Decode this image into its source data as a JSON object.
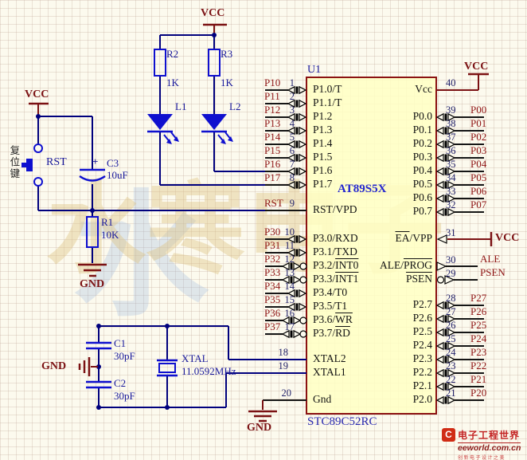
{
  "schematic": {
    "watermark": "水寒电子",
    "watermark_accent": "水",
    "chip": {
      "designator": "U1",
      "title": "AT89S5X",
      "subtitle": "STC89C52RC",
      "p1": [
        {
          "net": "P10",
          "num": "1",
          "label": "P1.0/T"
        },
        {
          "net": "P11",
          "num": "2",
          "label": "P1.1/T"
        },
        {
          "net": "P12",
          "num": "3",
          "label": "P1.2"
        },
        {
          "net": "P13",
          "num": "4",
          "label": "P1.3"
        },
        {
          "net": "P14",
          "num": "5",
          "label": "P1.4"
        },
        {
          "net": "P15",
          "num": "6",
          "label": "P1.5"
        },
        {
          "net": "P16",
          "num": "7",
          "label": "P1.6"
        },
        {
          "net": "P17",
          "num": "8",
          "label": "P1.7"
        }
      ],
      "rst": {
        "net": "RST",
        "num": "9",
        "label": "RST/VPD"
      },
      "p3": [
        {
          "net": "P30",
          "num": "10",
          "label": "P3.0/RXD"
        },
        {
          "net": "P31",
          "num": "11",
          "label": "P3.1/TXD"
        },
        {
          "net": "P32",
          "num": "12",
          "pre": "P3.2/",
          "ov": "INT0",
          "bubble": true
        },
        {
          "net": "P33",
          "num": "13",
          "pre": "P3.3/",
          "ov": "INT1",
          "bubble": true
        },
        {
          "net": "P34",
          "num": "14",
          "label": "P3.4/T0"
        },
        {
          "net": "P35",
          "num": "15",
          "label": "P3.5/T1"
        },
        {
          "net": "P36",
          "num": "16",
          "pre": "P3.6/",
          "ov": "WR",
          "bubble": true
        },
        {
          "net": "P37",
          "num": "17",
          "pre": "P3.7/",
          "ov": "RD",
          "bubble": true
        }
      ],
      "xtal2": {
        "num": "18",
        "label": "XTAL2"
      },
      "xtal1": {
        "num": "19",
        "label": "XTAL1"
      },
      "gnd_pin": {
        "num": "20",
        "label": "Gnd"
      },
      "vcc_pin": {
        "num": "40",
        "label": "Vcc",
        "net": "VCC"
      },
      "p0": [
        {
          "net": "P00",
          "num": "39",
          "label": "P0.0"
        },
        {
          "net": "P01",
          "num": "38",
          "label": "P0.1"
        },
        {
          "net": "P02",
          "num": "37",
          "label": "P0.2"
        },
        {
          "net": "P03",
          "num": "36",
          "label": "P0.3"
        },
        {
          "net": "P04",
          "num": "35",
          "label": "P0.4"
        },
        {
          "net": "P05",
          "num": "34",
          "label": "P0.5"
        },
        {
          "net": "P06",
          "num": "33",
          "label": "P0.6"
        },
        {
          "net": "P07",
          "num": "32",
          "label": "P0.7"
        }
      ],
      "ea": {
        "num": "31",
        "ov": "EA",
        "rest": "/VPP",
        "net": "VCC"
      },
      "ale": {
        "num": "30",
        "pre": "ALE/",
        "ov": "PROG",
        "net": "ALE"
      },
      "psen": {
        "num": "29",
        "ov": "PSEN",
        "net": "PSEN"
      },
      "p2": [
        {
          "net": "P27",
          "num": "28",
          "label": "P2.7"
        },
        {
          "net": "P26",
          "num": "27",
          "label": "P2.6"
        },
        {
          "net": "P25",
          "num": "26",
          "label": "P2.5"
        },
        {
          "net": "P24",
          "num": "25",
          "label": "P2.4"
        },
        {
          "net": "P23",
          "num": "24",
          "label": "P2.3"
        },
        {
          "net": "P22",
          "num": "23",
          "label": "P2.2"
        },
        {
          "net": "P21",
          "num": "22",
          "label": "P2.1"
        },
        {
          "net": "P20",
          "num": "21",
          "label": "P2.0"
        }
      ]
    },
    "reset": {
      "vcc": "VCC",
      "button_cn": "复位键",
      "button": "RST",
      "plus": "+",
      "c3": "C3",
      "c3_val": "10uF",
      "r1": "R1",
      "r1_val": "10K",
      "gnd": "GND"
    },
    "leds": {
      "vcc": "VCC",
      "r2": "R2",
      "r2_val": "1K",
      "r3": "R3",
      "r3_val": "1K",
      "l1": "L1",
      "l2": "L2"
    },
    "osc": {
      "c1": "C1",
      "c1_val": "30pF",
      "c2": "C2",
      "c2_val": "30pF",
      "xtal": "XTAL",
      "xtal_val": "11.0592MHz",
      "gnd": "GND"
    },
    "chip_gnd": "GND"
  },
  "logo": {
    "icon_letter": "C",
    "title": "电子工程世界",
    "domain": "eeworld.com.cn",
    "slogan": "创新电子设计之美"
  }
}
